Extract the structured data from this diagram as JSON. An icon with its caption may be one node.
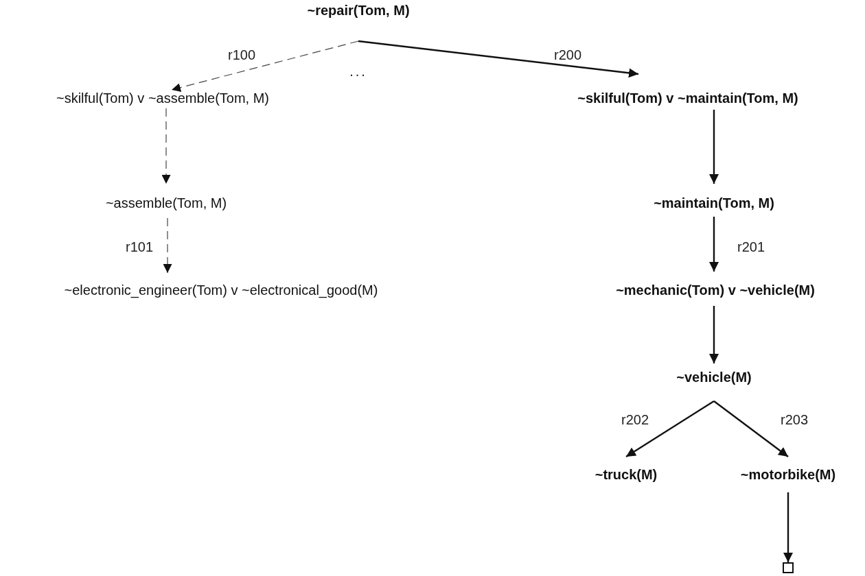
{
  "diagram": {
    "nodes": [
      {
        "text": [
          "~repair(Tom, M)"
        ]
      },
      {
        "text": [
          "~skilful(Tom) v ~assemble(Tom, M)"
        ]
      },
      {
        "text": [
          "~assemble(Tom, M)"
        ]
      },
      {
        "text": [
          "~electronic_engineer(Tom) v ~electronical_good(M)"
        ]
      },
      {
        "text": [
          "~skilful(Tom) v ~maintain(Tom, M)"
        ]
      },
      {
        "text": [
          "~maintain(Tom, M)"
        ]
      },
      {
        "text": [
          "~mechanic(Tom) v ~vehicle(M)"
        ]
      },
      {
        "text": [
          "~vehicle(M)"
        ]
      },
      {
        "text": [
          "~truck(M)"
        ]
      },
      {
        "text": [
          "~motorbike(M)"
        ]
      },
      {
        "text": [],
        "shape": "box"
      }
    ],
    "edges": [
      {
        "from": 0,
        "to": 1,
        "arrow": "to",
        "label": "r100",
        "style": "dashed"
      },
      {
        "from": 0,
        "to": 4,
        "arrow": "to",
        "label": "r200"
      },
      {
        "from": 1,
        "to": 2,
        "arrow": "to",
        "style": "dashed"
      },
      {
        "from": 2,
        "to": 3,
        "arrow": "to",
        "label": "r101",
        "style": "dashed"
      },
      {
        "from": 4,
        "to": 5,
        "arrow": "to"
      },
      {
        "from": 5,
        "to": 6,
        "arrow": "to",
        "label": "r201"
      },
      {
        "from": 6,
        "to": 7,
        "arrow": "to"
      },
      {
        "from": 7,
        "to": 8,
        "arrow": "to",
        "label": "r202"
      },
      {
        "from": 7,
        "to": 9,
        "arrow": "to",
        "label": "r203"
      },
      {
        "from": 9,
        "to": 10,
        "arrow": "to"
      }
    ],
    "labels": [
      "..."
    ]
  }
}
